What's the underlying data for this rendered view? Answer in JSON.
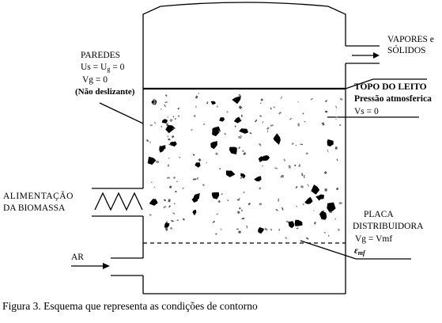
{
  "labels": {
    "vapores_line1": "VAPORES e",
    "vapores_line2": "SÓLIDOS",
    "paredes_title": "PAREDES",
    "paredes_us": "Us = U",
    "paredes_us_sub": "g",
    "paredes_us_end": " = 0",
    "paredes_vg": "Vg = 0",
    "paredes_note": "(Não deslizante)",
    "topo_title": "TOPO DO LEITO",
    "topo_pressao": "Pressão atmosferica",
    "topo_vs": "Vs  =  0",
    "alimentacao_line1": "ALIMENTAÇÃO",
    "alimentacao_line2": "DA BIOMASSA",
    "placa_line1": "PLACA",
    "placa_line2": "DISTRIBUIDORA",
    "placa_vg": "Vg = Vmf",
    "emf": "ε",
    "emf_sub": "mf",
    "ar": "AR"
  },
  "caption": "Figura 3. Esquema que representa as condições de contorno"
}
